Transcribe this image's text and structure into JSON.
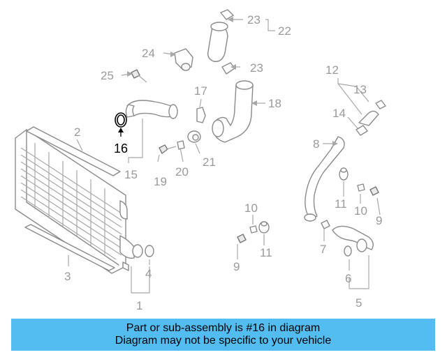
{
  "callouts": {
    "c1": "1",
    "c2": "2",
    "c3": "3",
    "c4": "4",
    "c5": "5",
    "c6": "6",
    "c7": "7",
    "c8": "8",
    "c9a": "9",
    "c9b": "9",
    "c10a": "10",
    "c10b": "10",
    "c11a": "11",
    "c11b": "11",
    "c12": "12",
    "c13": "13",
    "c14": "14",
    "c15": "15",
    "c16": "16",
    "c17": "17",
    "c18": "18",
    "c19": "19",
    "c20": "20",
    "c21": "21",
    "c22": "22",
    "c23a": "23",
    "c23b": "23",
    "c24": "24",
    "c25": "25"
  },
  "highlighted_part": "16",
  "banner": {
    "line1": "Part or sub-assembly is #16 in diagram",
    "line2": "Diagram may not be specific to your vehicle",
    "color": "#53bdf2"
  },
  "colors": {
    "outline": "#8a8a8a",
    "callout": "#9a9a9a",
    "highlight": "#000000"
  }
}
